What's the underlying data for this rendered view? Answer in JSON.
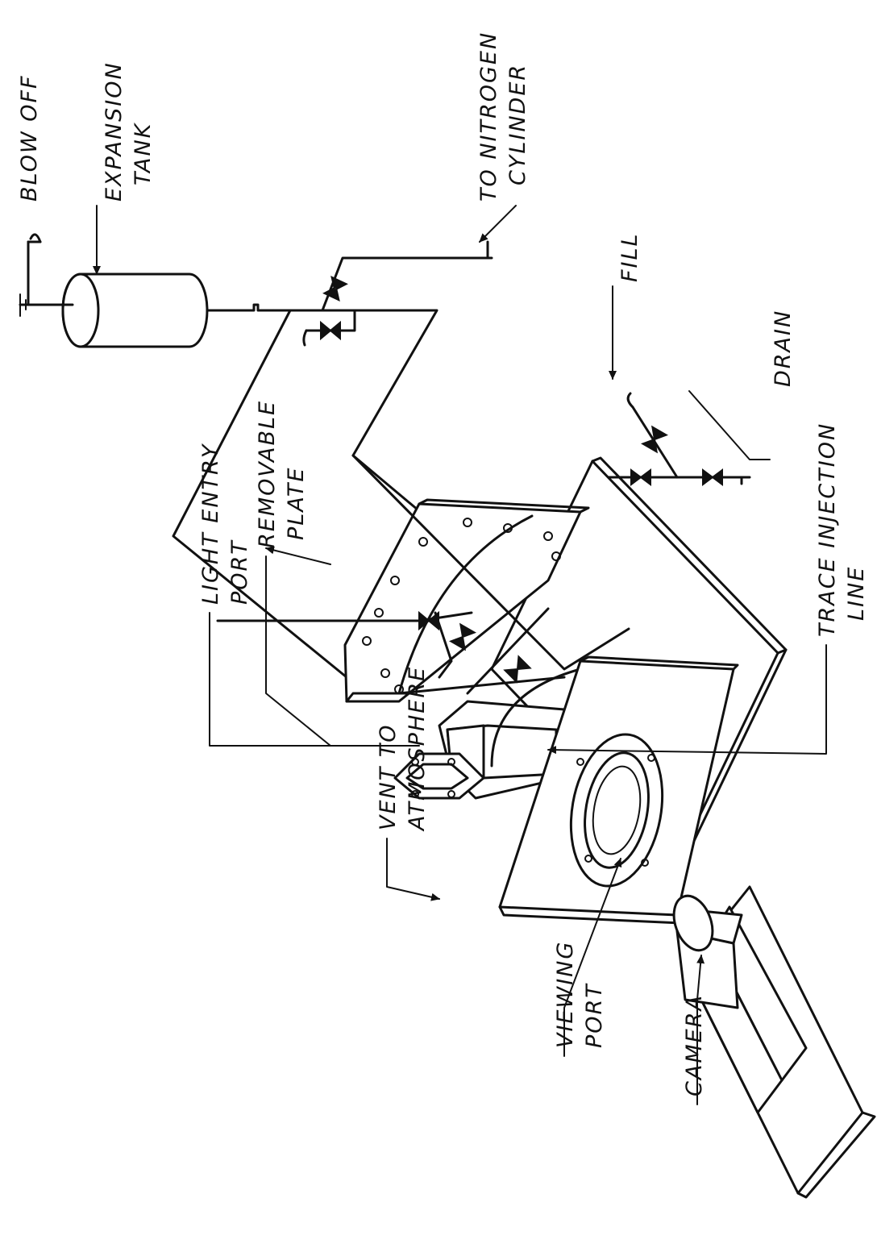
{
  "labels": {
    "blow_off": "BLOW OFF",
    "expansion_tank": [
      "EXPANSION",
      "TANK"
    ],
    "to_nitrogen_cylinder": [
      "TO NITROGEN",
      "CYLINDER"
    ],
    "fill": "FILL",
    "drain": "DRAIN",
    "removable_plate": [
      "REMOVABLE",
      "PLATE"
    ],
    "trace_injection_line": [
      "TRACE INJECTION",
      "LINE"
    ],
    "light_entry_port": [
      "LIGHT ENTRY",
      "PORT"
    ],
    "vent_to_atmosphere": [
      "VENT TO",
      "ATMOSPHERE"
    ],
    "viewing_port": [
      "VIEWING",
      "PORT"
    ],
    "camera": "CAMERA"
  }
}
